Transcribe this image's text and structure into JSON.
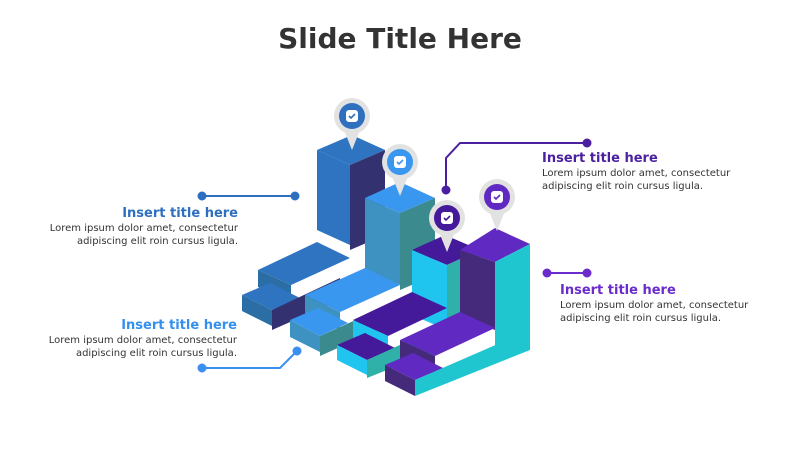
{
  "slide": {
    "title": "Slide Title Here"
  },
  "callouts": [
    {
      "title": "Insert title here",
      "body_line1": "Lorem ipsum dolor amet, consectetur",
      "body_line2": "adipiscing elit roin cursus ligula.",
      "color": "#2e6fbf"
    },
    {
      "title": "Insert title here",
      "body_line1": "Lorem ipsum dolor amet, consectetur",
      "body_line2": "adipiscing elit roin cursus ligula.",
      "color": "#3390ef"
    },
    {
      "title": "Insert title here",
      "body_line1": "Lorem ipsum dolor amet, consectetur",
      "body_line2": "adipiscing elit roin cursus ligula.",
      "color": "#4a1fa0"
    },
    {
      "title": "Insert title here",
      "body_line1": "Lorem ipsum dolor amet, consectetur",
      "body_line2": "adipiscing elit roin cursus ligula.",
      "color": "#6a2ccc"
    }
  ],
  "pins": [
    {
      "icon": "check-icon",
      "color": "#2e6fbf"
    },
    {
      "icon": "check-icon",
      "color": "#3a97f0"
    },
    {
      "icon": "check-icon",
      "color": "#44199a"
    },
    {
      "icon": "check-icon",
      "color": "#6029c2"
    }
  ]
}
